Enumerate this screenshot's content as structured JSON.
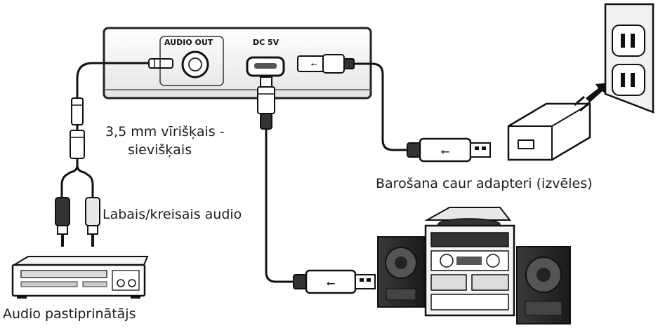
{
  "device": {
    "audio_out_label": "AUDIO OUT",
    "dc_label": "DC 5V"
  },
  "labels": {
    "cable_35mm_line1": "3,5 mm vīrišķais -",
    "cable_35mm_line2": "sievišķais",
    "rca_audio": "Labais/kreisais audio",
    "adapter_power": "Barošana caur adapteri (izvēles)",
    "amplifier": "Audio pastiprinātājs"
  }
}
